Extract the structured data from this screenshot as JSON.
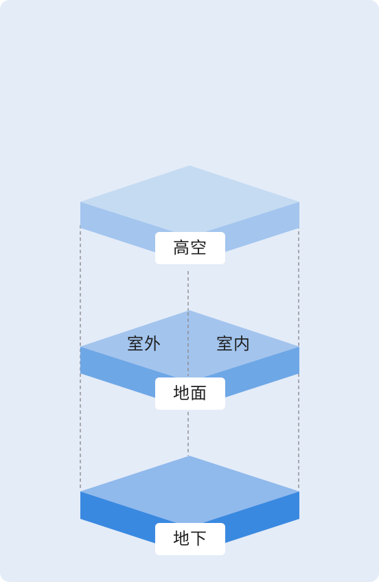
{
  "colors": {
    "background": "#e4ecf8",
    "guide_line": "#8c8c8c",
    "tag_background": "#ffffff",
    "text": "#1f1f1f"
  },
  "layers": [
    {
      "id": "high-altitude",
      "label": "高空",
      "top_color": "#c5dbf2",
      "side_color": "#a3c5ee"
    },
    {
      "id": "ground",
      "label": "地面",
      "top_color": "#a3c4ed",
      "side_color": "#6ea7e6",
      "zones": {
        "outdoor": "室外",
        "indoor": "室内"
      }
    },
    {
      "id": "underground",
      "label": "地下",
      "top_color": "#90b9ec",
      "side_color": "#3a89e0"
    }
  ]
}
